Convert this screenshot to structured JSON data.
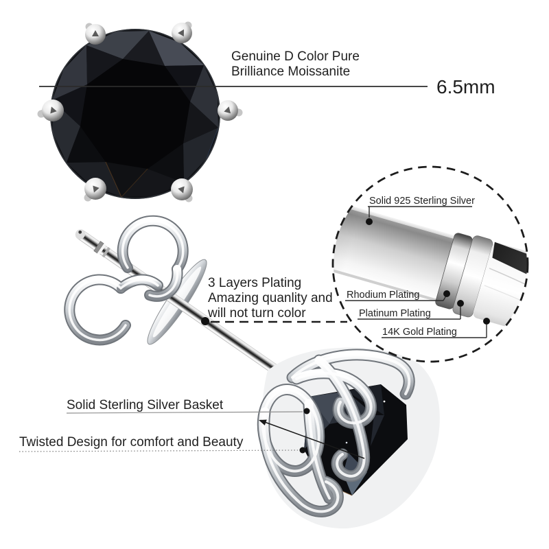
{
  "labels": {
    "gem_line1": "Genuine D Color Pure",
    "gem_line2": "Brilliance Moissanite",
    "size": "6.5mm",
    "plating_line1": "3 Layers Plating",
    "plating_line2": "Amazing quanlity and",
    "plating_line3": "will not turn color",
    "inset_silver": "Solid 925 Sterling Silver",
    "inset_rhodium": "Rhodium Plating",
    "inset_platinum": "Platinum Plating",
    "inset_gold": "14K Gold Plating",
    "basket": "Solid Sterling Silver Basket",
    "twist": "Twisted Design for comfort and Beauty"
  },
  "colors": {
    "background": "#ffffff",
    "text": "#1f1f1f",
    "annotation_line": "#2a2a2a",
    "metal_light": "#f5f5f5",
    "metal_mid": "#c9ced3",
    "metal_dark": "#6f747a",
    "gem_black": "#0b0c0e"
  }
}
